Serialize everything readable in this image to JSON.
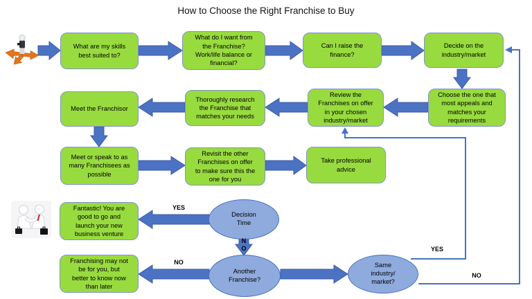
{
  "title": "How to Choose the Right Franchise to Buy",
  "colors": {
    "node_fill": "#98db3f",
    "node_border": "#8093c8",
    "arrow_fill": "#4c72c4",
    "arrow_edge": "#3b5ba5",
    "ellipse_fill": "#8faadc",
    "ellipse_border": "#4472c4",
    "feedback_line": "#4472c4",
    "crossroads_orange": "#e2751f"
  },
  "nodes": {
    "skills": {
      "text": "What are my skills\nbest suited to?"
    },
    "goals": {
      "text": "What do I want from\nthe Franchise?\nWork/life balance or\nfinancial?"
    },
    "finance": {
      "text": "Can I raise the\nfinance?"
    },
    "industry": {
      "text": "Decide on the\nindustry/market"
    },
    "meet_franchisor": {
      "text": "Meet the Franchisor"
    },
    "research": {
      "text": "Thoroughly research\nthe Franchise that\nmatches your needs"
    },
    "review": {
      "text": "Review the\nFranchises on offer\nin your chosen\nindustry/market"
    },
    "choose": {
      "text": "Choose the one that\nmost appeals and\nmatches your\nrequirements"
    },
    "franchisees": {
      "text": "Meet or speak to as\nmany Franchisees as\npossible"
    },
    "revisit": {
      "text": "Revisit the other\nFranchises on offer\nto make sure this the\none for you"
    },
    "advice": {
      "text": "Take professional\nadvice"
    },
    "success": {
      "text": "Fantastic! You are\ngood to go and\nlaunch your new\nbusiness venture"
    },
    "not_for_you": {
      "text": "Franchising may not\nbe for you, but\nbetter to know now\nthan later"
    }
  },
  "decisions": {
    "decision_time": {
      "text": "Decision\nTime"
    },
    "another_franchise": {
      "text": "Another\nFranchise?"
    },
    "same_industry": {
      "text": "Same\nindustry/\nmarket?"
    }
  },
  "labels": {
    "decision_yes": "YES",
    "decision_no_vertical": "NO",
    "another_no": "NO",
    "same_yes": "YES",
    "same_no": "NO"
  },
  "icons": {
    "crossroads": "person-at-crossroads-clipart",
    "handshake": "business-handshake-clipart"
  }
}
